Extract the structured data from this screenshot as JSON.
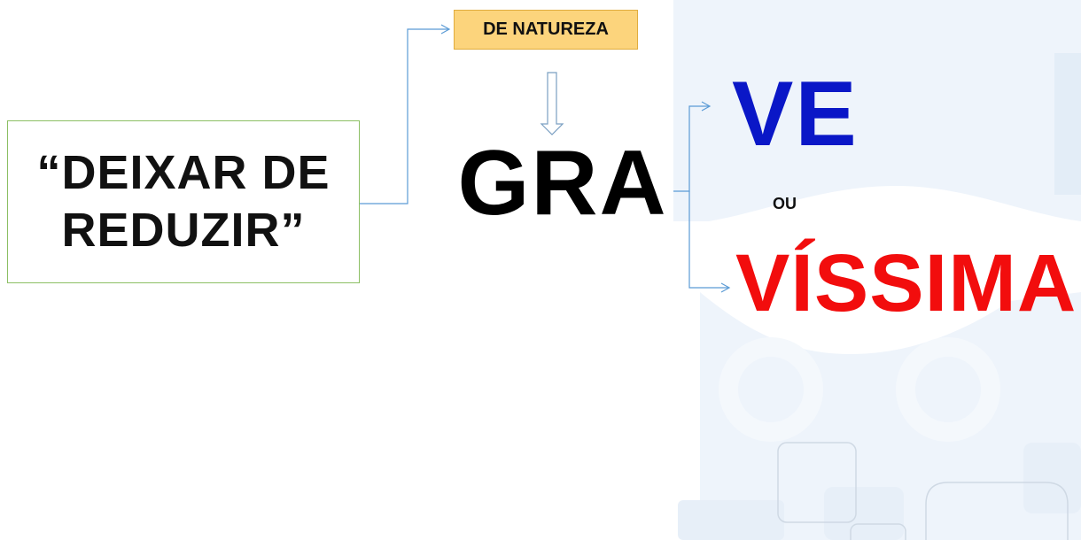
{
  "diagram": {
    "source_box": {
      "text": "“DEIXAR DE\nREDUZIR”"
    },
    "qualifier_box": {
      "text": "DE NATUREZA"
    },
    "main_word": {
      "text": "GRA"
    },
    "upper_ending": {
      "text": "VE",
      "color": "#0a17c7"
    },
    "connector_word": {
      "text": "OU"
    },
    "lower_ending": {
      "text": "VÍSSIMA",
      "color": "#f20d0d"
    }
  },
  "colors": {
    "connector_line": "#5b9bd5",
    "box_border_green": "#8cbf64",
    "highlight_fill": "#fcd47c",
    "watermark": "#eef4fb"
  }
}
